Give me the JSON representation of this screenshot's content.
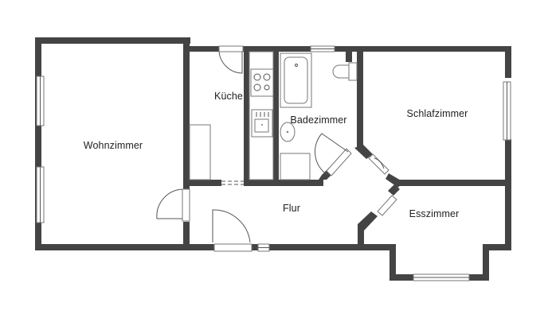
{
  "floor_plan": {
    "title": "",
    "wall_color": "#444444",
    "background": "#ffffff",
    "rooms": [
      {
        "id": "wohnzimmer",
        "label": "Wohnzimmer"
      },
      {
        "id": "kueche",
        "label": "Küche"
      },
      {
        "id": "badezimmer",
        "label": "Badezimmer"
      },
      {
        "id": "schlafzimmer",
        "label": "Schlafzimmer"
      },
      {
        "id": "flur",
        "label": "Flur"
      },
      {
        "id": "esszimmer",
        "label": "Esszimmer"
      }
    ],
    "fixtures": [
      {
        "room": "kueche",
        "icon": "stove-icon"
      },
      {
        "room": "kueche",
        "icon": "sink-icon"
      },
      {
        "room": "badezimmer",
        "icon": "bathtub-icon"
      },
      {
        "room": "badezimmer",
        "icon": "toilet-icon"
      },
      {
        "room": "badezimmer",
        "icon": "washbasin-icon"
      }
    ]
  }
}
